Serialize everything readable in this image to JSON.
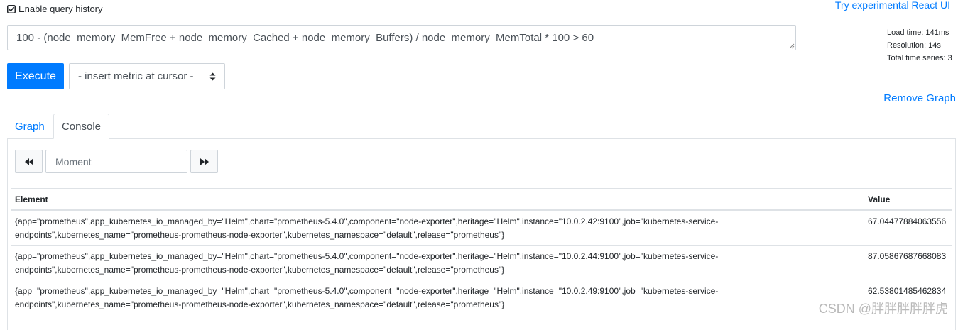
{
  "header": {
    "history_label": "Enable query history",
    "react_link": "Try experimental React UI"
  },
  "query": {
    "expression": "100 - (node_memory_MemFree + node_memory_Cached + node_memory_Buffers) / node_memory_MemTotal * 100 > 60"
  },
  "stats": {
    "load_time": "Load time: 141ms",
    "resolution": "Resolution: 14s",
    "total_series": "Total time series: 3"
  },
  "controls": {
    "execute_label": "Execute",
    "metric_select": "- insert metric at cursor -",
    "remove_graph": "Remove Graph"
  },
  "tabs": [
    {
      "label": "Graph",
      "active": false
    },
    {
      "label": "Console",
      "active": true
    }
  ],
  "console": {
    "moment_placeholder": "Moment",
    "columns": [
      "Element",
      "Value"
    ],
    "rows": [
      {
        "element_line1": "{app=\"prometheus\",app_kubernetes_io_managed_by=\"Helm\",chart=\"prometheus-5.4.0\",component=\"node-exporter\",heritage=\"Helm\",instance=\"10.0.2.42:9100\",job=\"kubernetes-service-",
        "element_line2": "endpoints\",kubernetes_name=\"prometheus-prometheus-node-exporter\",kubernetes_namespace=\"default\",release=\"prometheus\"}",
        "value": "67.04477884063556"
      },
      {
        "element_line1": "{app=\"prometheus\",app_kubernetes_io_managed_by=\"Helm\",chart=\"prometheus-5.4.0\",component=\"node-exporter\",heritage=\"Helm\",instance=\"10.0.2.44:9100\",job=\"kubernetes-service-",
        "element_line2": "endpoints\",kubernetes_name=\"prometheus-prometheus-node-exporter\",kubernetes_namespace=\"default\",release=\"prometheus\"}",
        "value": "87.05867687668083"
      },
      {
        "element_line1": "{app=\"prometheus\",app_kubernetes_io_managed_by=\"Helm\",chart=\"prometheus-5.4.0\",component=\"node-exporter\",heritage=\"Helm\",instance=\"10.0.2.49:9100\",job=\"kubernetes-service-",
        "element_line2": "endpoints\",kubernetes_name=\"prometheus-prometheus-node-exporter\",kubernetes_namespace=\"default\",release=\"prometheus\"}",
        "value": "62.53801485462834"
      }
    ]
  },
  "watermark": "CSDN @胖胖胖胖胖虎",
  "colors": {
    "accent": "#007bff",
    "border": "#dee2e6"
  },
  "icons": {
    "history": "checkbox-checked-icon",
    "prev": "rewind-icon",
    "next": "fast-forward-icon",
    "select": "updown-caret-icon"
  }
}
